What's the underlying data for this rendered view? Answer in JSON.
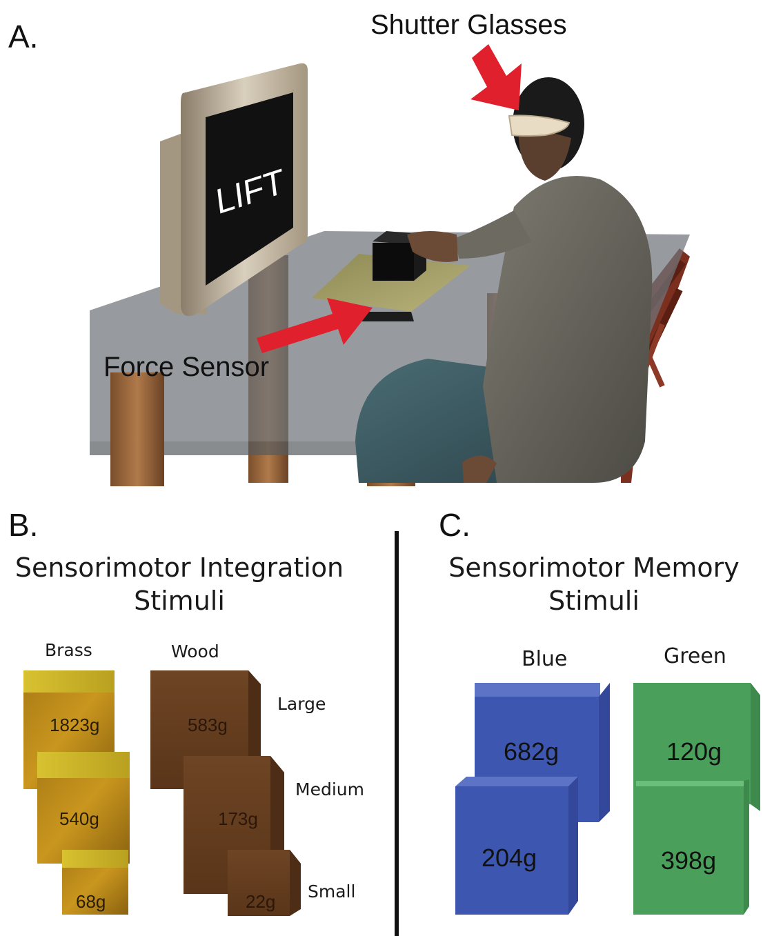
{
  "panels": {
    "a": {
      "letter": "A.",
      "screen_text": "LIFT",
      "shutter_label": "Shutter Glasses",
      "force_label": "Force Sensor"
    },
    "b": {
      "letter": "B.",
      "title_line1": "Sensorimotor Integration",
      "title_line2": "Stimuli",
      "materials": [
        "Brass",
        "Wood"
      ],
      "sizes": [
        "Large",
        "Medium",
        "Small"
      ],
      "brass_weights": [
        "1823g",
        "540g",
        "68g"
      ],
      "wood_weights": [
        "583g",
        "173g",
        "22g"
      ]
    },
    "c": {
      "letter": "C.",
      "title_line1": "Sensorimotor Memory",
      "title_line2": "Stimuli",
      "colors": [
        "Blue",
        "Green"
      ],
      "blue_weights": [
        "682g",
        "204g"
      ],
      "green_weights": [
        "120g",
        "398g"
      ]
    }
  },
  "colors": {
    "arrow": "#e0202c",
    "brass": "#b8860b",
    "wood": "#6b4423",
    "blue": "#3d56b0",
    "green": "#4aa05a"
  }
}
